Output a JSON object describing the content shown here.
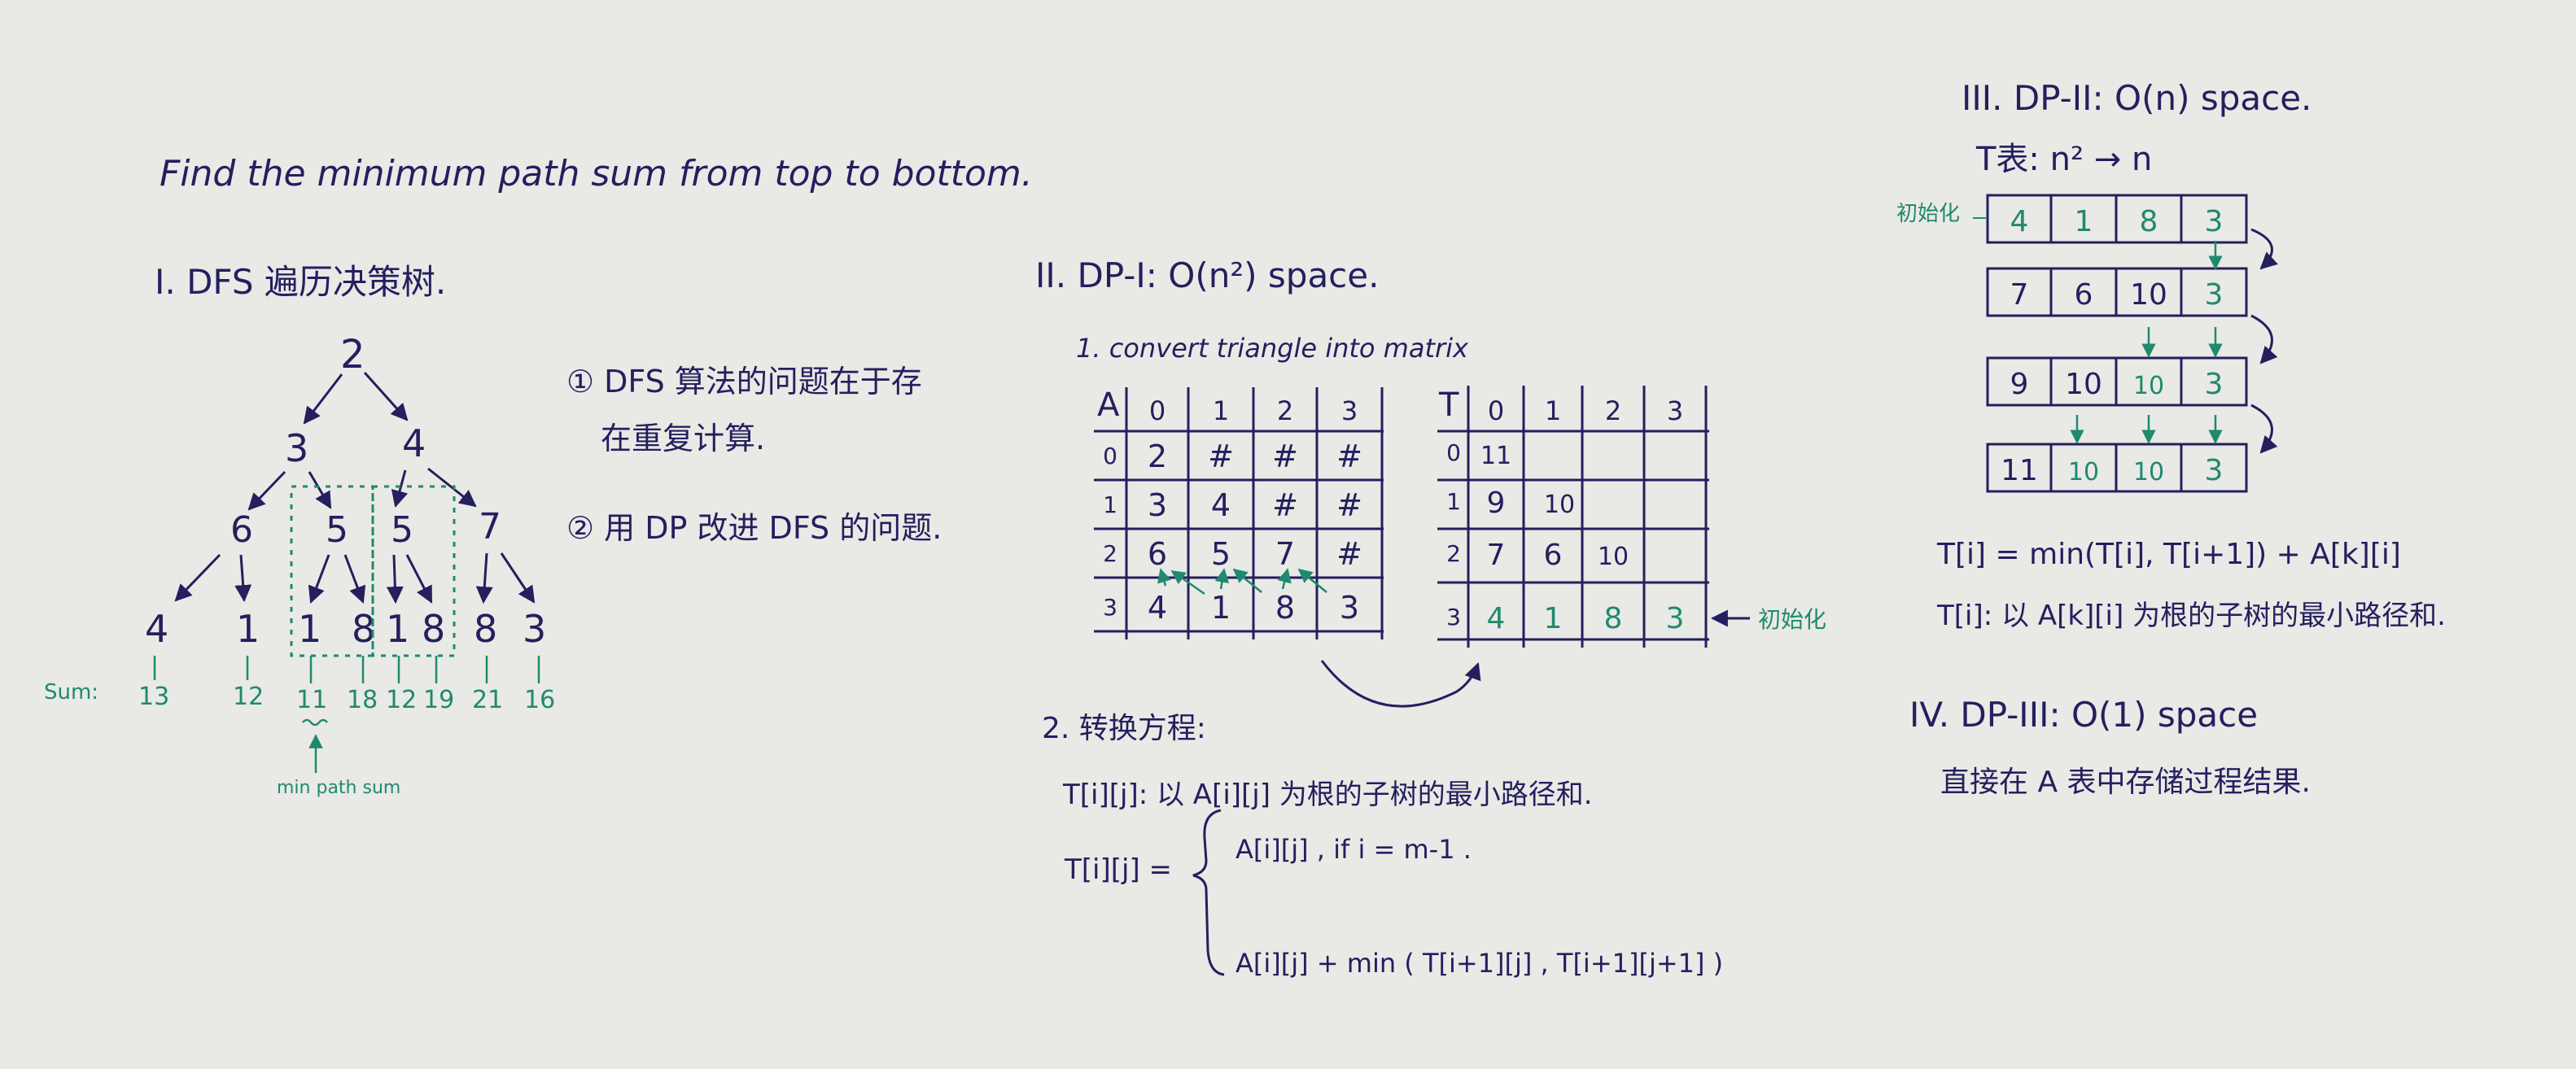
{
  "colors": {
    "paper": "#e9e9e6",
    "ink": "#241f5e",
    "green": "#1f8a6d"
  },
  "title": "Find the minimum path sum from top to bottom.",
  "section1": {
    "heading": "I. DFS 遍历决策树.",
    "note1": "① DFS 算法的问题在于存",
    "note1b": "在重复计算.",
    "note2": "② 用 DP 改进 DFS 的问题.",
    "tree": {
      "root": "2",
      "level1": [
        "3",
        "4"
      ],
      "level2": [
        "6",
        "5",
        "5",
        "7"
      ],
      "leaves": [
        "4",
        "1",
        "1",
        "8",
        "1",
        "8",
        "8",
        "3"
      ]
    },
    "sum_label": "Sum:",
    "sums": [
      "13",
      "12",
      "11",
      "18",
      "12",
      "19",
      "21",
      "16"
    ],
    "min_label": "min path sum"
  },
  "section2": {
    "heading": "II. DP-I: O(n²) space.",
    "step1": "1. convert triangle into matrix",
    "matrixA": {
      "name": "A",
      "cols": [
        "0",
        "1",
        "2",
        "3"
      ],
      "rows": [
        "0",
        "1",
        "2",
        "3"
      ],
      "cells": [
        [
          "2",
          "#",
          "#",
          "#"
        ],
        [
          "3",
          "4",
          "#",
          "#"
        ],
        [
          "6",
          "5",
          "7",
          "#"
        ],
        [
          "4",
          "1",
          "8",
          "3"
        ]
      ]
    },
    "matrixT": {
      "name": "T",
      "cols": [
        "0",
        "1",
        "2",
        "3"
      ],
      "rows": [
        "0",
        "1",
        "2",
        "3"
      ],
      "cells": [
        [
          "11",
          "",
          "",
          ""
        ],
        [
          "9",
          "10",
          "",
          ""
        ],
        [
          "7",
          "6",
          "10",
          ""
        ],
        [
          "4",
          "1",
          "8",
          "3"
        ]
      ]
    },
    "init_label": "初始化",
    "step2": "2. 转换方程:",
    "def": "T[i][j]: 以 A[i][j] 为根的子树的最小路径和.",
    "eq_lhs": "T[i][j] =",
    "case1": "A[i][j] , if i = m-1 .",
    "case2": "A[i][j] + min ( T[i+1][j] , T[i+1][j+1] )"
  },
  "section3": {
    "heading": "III. DP-II: O(n) space.",
    "sub": "T表: n² → n",
    "init_label": "初始化",
    "rows": [
      [
        "4",
        "1",
        "8",
        "3"
      ],
      [
        "7",
        "6",
        "10",
        "3"
      ],
      [
        "9",
        "10",
        "10",
        "3"
      ],
      [
        "11",
        "10",
        "10",
        "3"
      ]
    ],
    "formula": "T[i] = min(T[i], T[i+1]) + A[k][i]",
    "def": "T[i]: 以 A[k][i] 为根的子树的最小路径和."
  },
  "section4": {
    "heading": "IV. DP-III: O(1) space",
    "text": "直接在 A 表中存储过程结果."
  }
}
